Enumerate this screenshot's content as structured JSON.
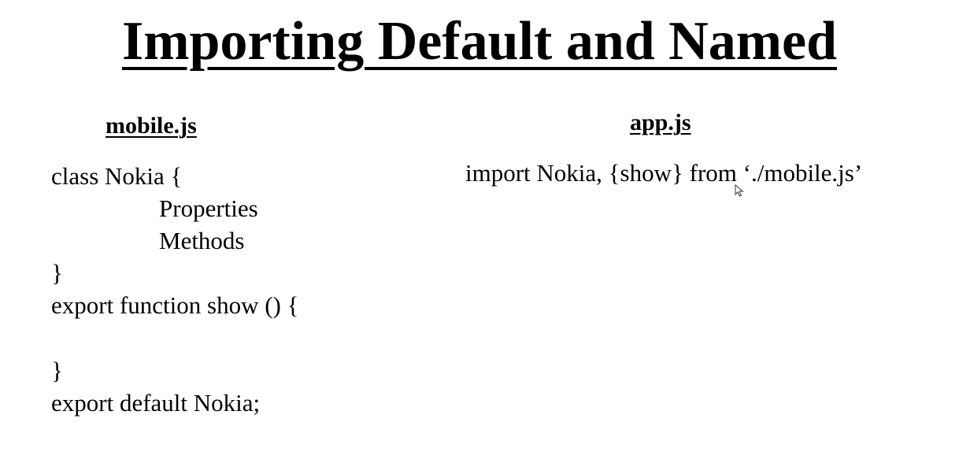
{
  "title": "Importing Default and Named",
  "left_panel": {
    "heading": "mobile.js",
    "lines": [
      "class Nokia {",
      "Properties",
      "Methods",
      "}",
      "export function show () {",
      "}",
      "export default Nokia;"
    ]
  },
  "right_panel": {
    "heading": "app.js",
    "lines": [
      "import Nokia, {show} from ‘./mobile.js’"
    ]
  },
  "icons": {
    "cursor": "mouse-pointer-icon"
  }
}
